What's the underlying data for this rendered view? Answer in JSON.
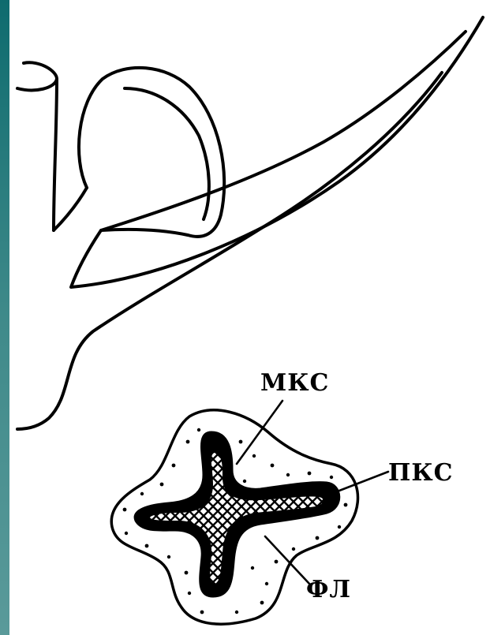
{
  "labels": {
    "mks": "МКС",
    "pks": "ПКС",
    "fl": "ФЛ"
  },
  "colors": {
    "side_bar_top": "#0e6b6e",
    "side_bar_bottom": "#5a9a9a",
    "ink": "#000000",
    "paper": "#ffffff"
  }
}
